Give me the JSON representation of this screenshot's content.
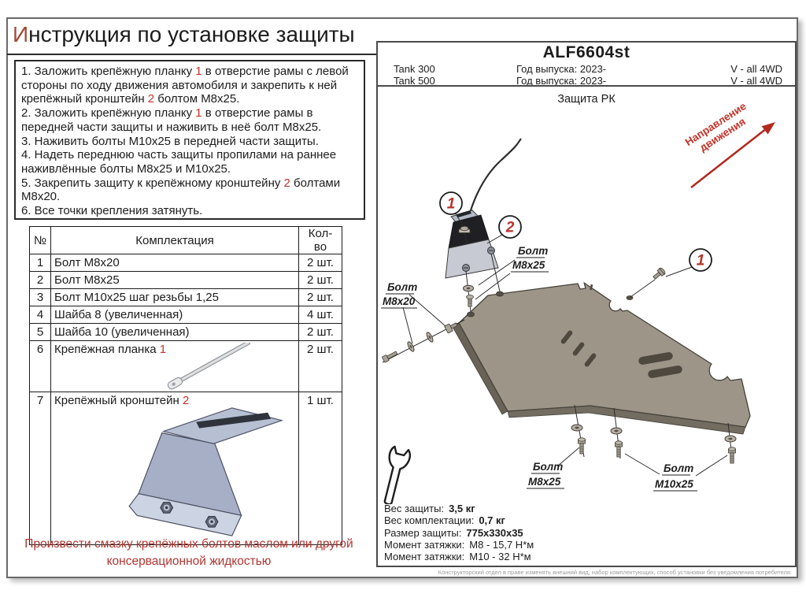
{
  "doc": {
    "title_accent": "И",
    "title_rest": "нструкция по установке защиты"
  },
  "instructions": {
    "items": [
      {
        "segments": [
          {
            "text": "1. Заложить крепёжную планку "
          },
          {
            "text": "1",
            "red": true
          },
          {
            "text": " в отверстие рамы с левой стороны по ходу движения автомобиля и закрепить к ней крепёжный кронштейн "
          },
          {
            "text": "2",
            "red": true
          },
          {
            "text": " болтом М8х25."
          }
        ]
      },
      {
        "segments": [
          {
            "text": "2. Заложить крепёжную планку "
          },
          {
            "text": "1",
            "red": true
          },
          {
            "text": " в отверстие рамы в передней части защиты и наживить в неё болт М8х25."
          }
        ]
      },
      {
        "segments": [
          {
            "text": "3. Наживить болты М10х25 в передней части защиты."
          }
        ]
      },
      {
        "segments": [
          {
            "text": "4. Надеть переднюю часть защиты пропилами на раннее наживлённые болты М8х25 и М10х25."
          }
        ]
      },
      {
        "segments": [
          {
            "text": "5. Закрепить защиту к крепёжному кронштейну "
          },
          {
            "text": "2",
            "red": true
          },
          {
            "text": " болтами М8х20."
          }
        ]
      },
      {
        "segments": [
          {
            "text": "6. Все точки крепления затянуть."
          }
        ]
      }
    ]
  },
  "parts_table": {
    "col_num": "№",
    "col_name": "Комплектация",
    "col_qty": "Кол-во",
    "rows": [
      {
        "num": "1",
        "name": "Болт М8х20",
        "qty": "2 шт."
      },
      {
        "num": "2",
        "name": "Болт М8х25",
        "qty": "2 шт."
      },
      {
        "num": "3",
        "name": "Болт М10х25 шаг резьбы 1,25",
        "qty": "2 шт."
      },
      {
        "num": "4",
        "name": "Шайба 8 (увеличенная)",
        "qty": "4 шт."
      },
      {
        "num": "5",
        "name": "Шайба 10 (увеличенная)",
        "qty": "2 шт."
      },
      {
        "num": "6",
        "name": "Крепёжная планка ",
        "name_ref": "1",
        "qty": "2 шт."
      },
      {
        "num": "7",
        "name": "Крепёжный кронштейн ",
        "name_ref": "2",
        "qty": "1 шт."
      }
    ]
  },
  "warning": {
    "line1": "Произвести смазку крепёжных болтов маслом или другой",
    "line2": "консервационной жидкостью"
  },
  "spec_panel": {
    "part_code": "ALF6604st",
    "vehicles": [
      {
        "model": "Tank 300",
        "year": "Год выпуска: 2023-",
        "drive": "V - all 4WD"
      },
      {
        "model": "Tank 500",
        "year": "Год выпуска: 2023-",
        "drive": "V - all 4WD"
      }
    ],
    "product_title": "Защита РК",
    "direction_line1": "Направление",
    "direction_line2": "движения",
    "drawing_labels": {
      "bolt": "Болт",
      "m8x20": "М8х20",
      "m8x25": "М8х25",
      "m10x25": "М10х25",
      "callout_1": "1",
      "callout_2": "2"
    },
    "specs": [
      {
        "label": "Вес защиты:",
        "value": "3,5 кг"
      },
      {
        "label": "Вес комплектации:",
        "value": "0,7 кг"
      },
      {
        "label": "Размер защиты:",
        "value": "775х330х35"
      },
      {
        "label": "Момент затяжки:",
        "value": "М8 - 15,7 Н*м"
      },
      {
        "label": "Момент затяжки:",
        "value": "М10 - 32 Н*м"
      }
    ],
    "footer_note": "Конструкторский отдел в праве изменять внешний вид, набор комплектующих, способ установки без уведомления потребителя."
  },
  "colors": {
    "accent_red": "#c1352b",
    "title_accent": "#9e4a33",
    "warning_red": "#b13530",
    "plate_fill": "#9d9588",
    "bracket_fill": "#a6afc6"
  }
}
